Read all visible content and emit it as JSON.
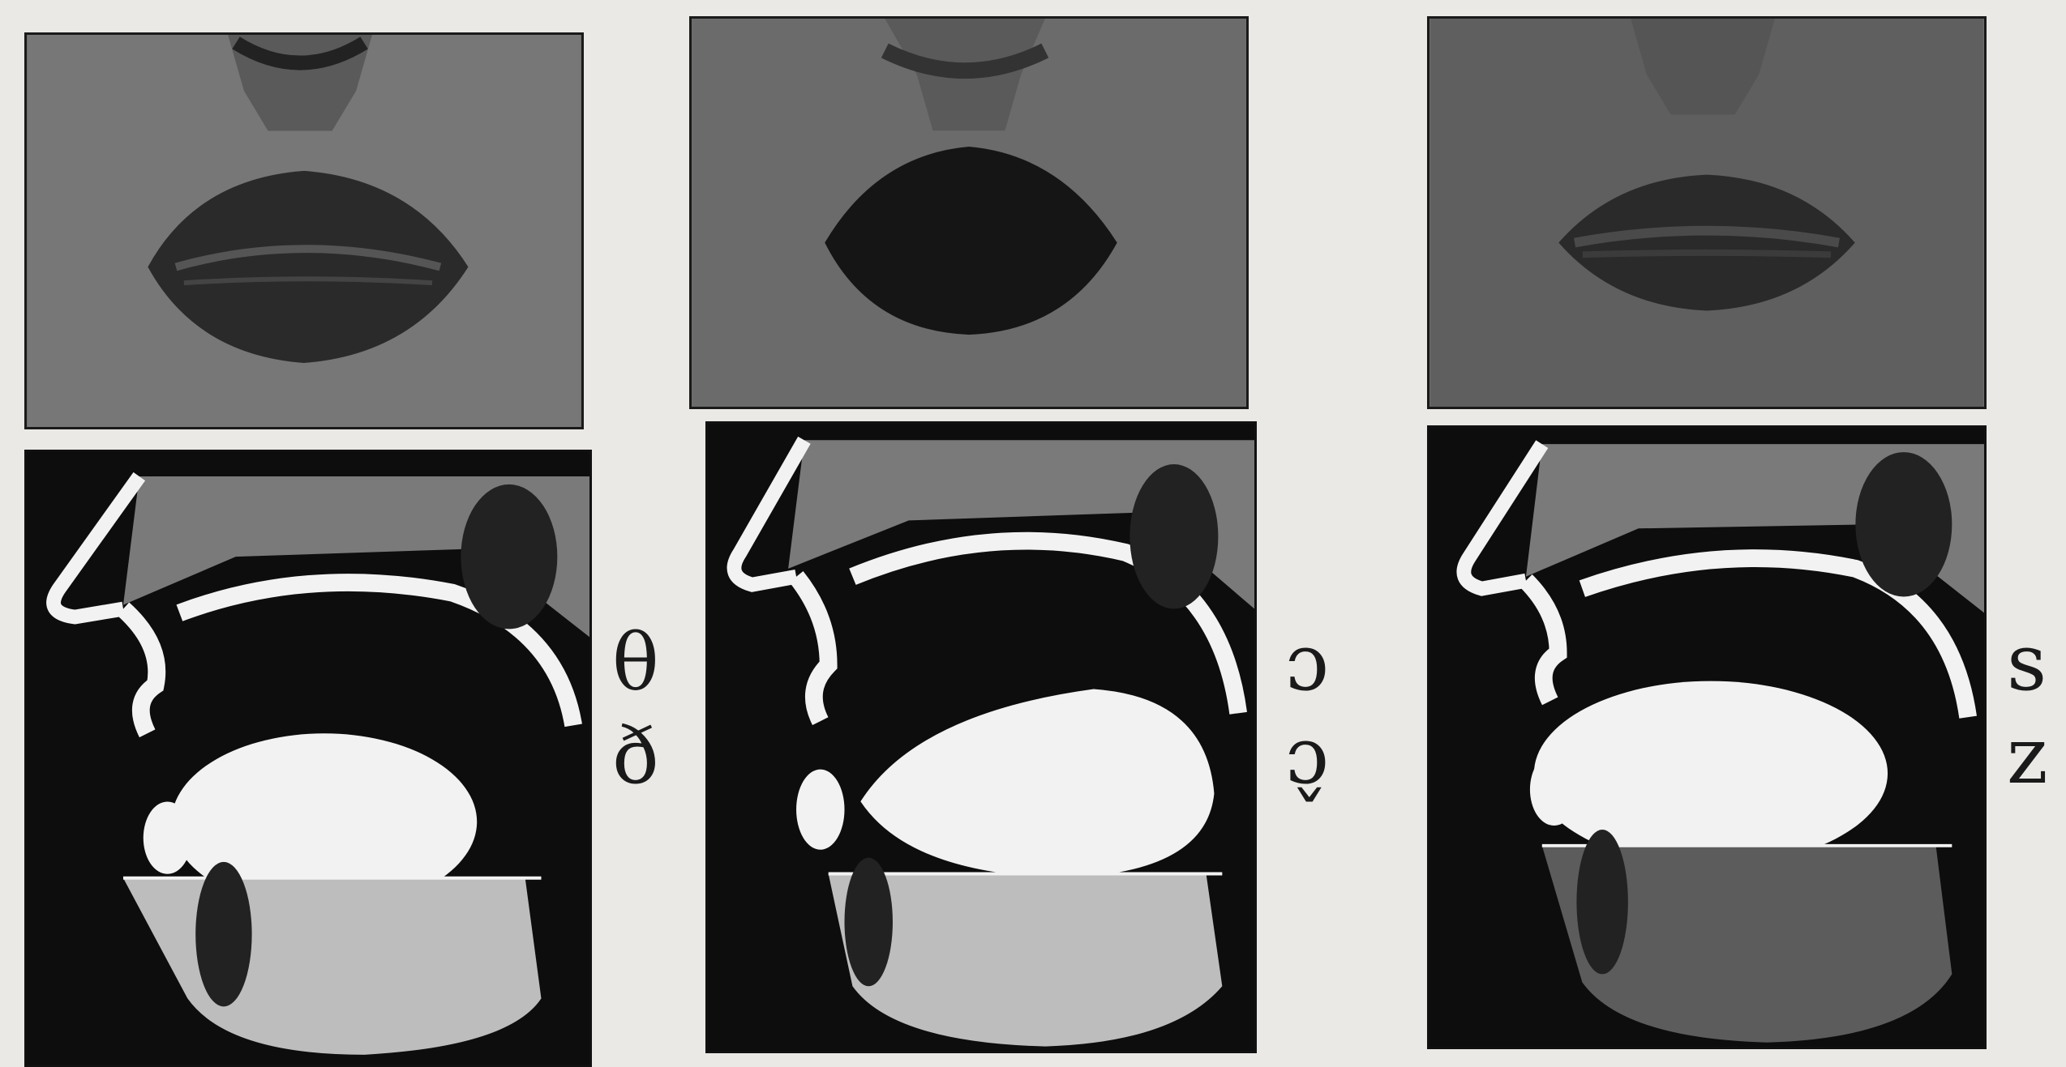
{
  "columns": [
    {
      "voiceless": "θ",
      "voiced": "ð"
    },
    {
      "voiceless": "ɔ",
      "voiced": "ɔ̬"
    },
    {
      "voiceless": "s",
      "voiced": "z"
    }
  ],
  "colors": {
    "paper": "#ebe9e6",
    "photo": "#6e6e6e",
    "diagram_background": "#0d0d0d",
    "tissue_outline": "#f2f2f2"
  }
}
